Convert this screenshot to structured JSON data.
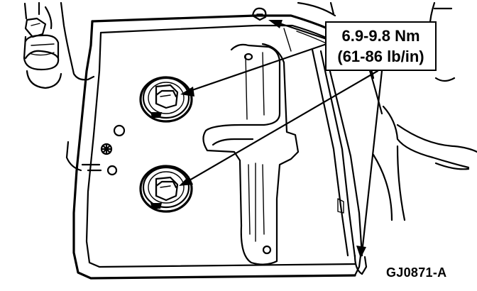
{
  "callout": {
    "torque_nm": "6.9-9.8 Nm",
    "torque_lbin": "(61-86 lb/in)"
  },
  "figure_code": "GJ0871-A"
}
